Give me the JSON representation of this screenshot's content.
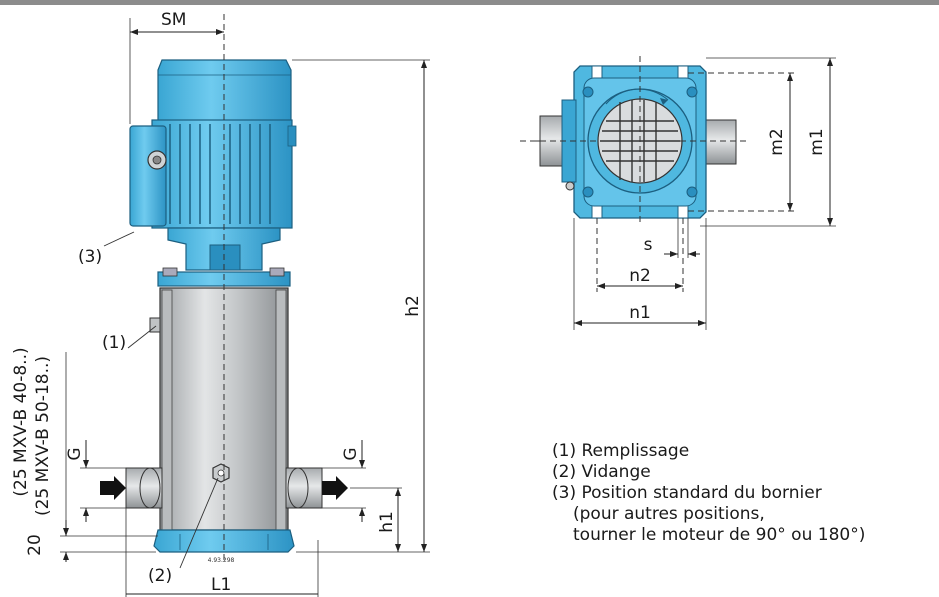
{
  "labels": {
    "sm": "SM",
    "h2": "h2",
    "h1": "h1",
    "l1": "L1",
    "g_left": "G",
    "g_right": "G",
    "twenty": "20",
    "model_a": "(25 MXV-B 40-8..)",
    "model_b": "(25 MXV-B 50-18..)",
    "callout_1": "(1)",
    "callout_2": "(2)",
    "callout_3": "(3)",
    "m1": "m1",
    "m2": "m2",
    "n1": "n1",
    "n2": "n2",
    "s": "s",
    "drawing_ref": "4.93.298"
  },
  "legend": [
    "(1) Remplissage",
    "(2) Vidange",
    "(3) Position standard du bornier",
    "(pour autres positions,",
    "tourner le moteur de 90° ou 180°)"
  ],
  "colors": {
    "pump_blue": "#4fb8e0",
    "pump_blue_dark": "#2a8fbf",
    "steel": "#c9ccce",
    "steel_dark": "#8d9194",
    "top_bar": "#8c8c8c"
  }
}
